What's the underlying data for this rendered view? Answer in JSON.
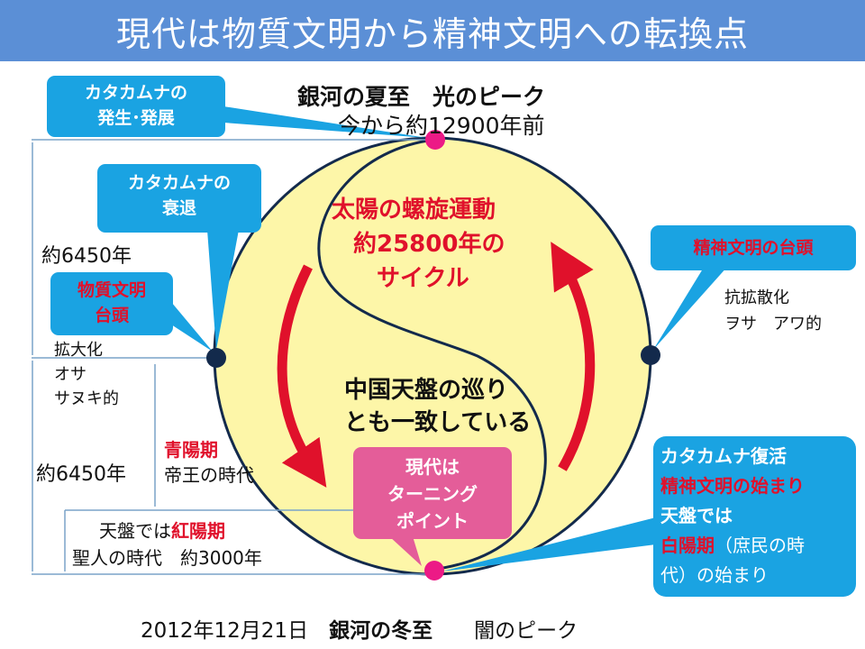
{
  "title": "現代は物質文明から精神文明への転換点",
  "top": {
    "line1": "銀河の夏至　光のピーク",
    "line2": "今から約12900年前"
  },
  "bottom_caption": {
    "date": "2012年12月21日",
    "solstice": "銀河の冬至",
    "peak": "闇のピーク"
  },
  "center": {
    "red1": "太陽の螺旋運動",
    "red2": "約25800年の",
    "red3": "サイクル",
    "black1": "中国天盤の巡り",
    "black2": "とも一致している"
  },
  "callouts": {
    "origin": {
      "line1": "カタカムナの",
      "line2": "発生･発展"
    },
    "decline": {
      "line1": "カタカムナの",
      "line2": "衰退"
    },
    "material": {
      "line1": "物質文明",
      "line2": "台頭"
    },
    "spiritual": {
      "line1": "精神文明の台頭"
    },
    "modern": {
      "line1": "現代は",
      "line2": "ターニング",
      "line3": "ポイント"
    },
    "revival": {
      "line1": "カタカムナ復活",
      "line2": "精神文明の始まり",
      "line3": "天盤では",
      "line4_red": "白陽期",
      "line4_rest": "（庶民の時",
      "line5": "代）の始まり"
    }
  },
  "left": {
    "years_upper": "約6450年",
    "years_lower": "約6450年",
    "expand1": "拡大化",
    "expand2": "オサ",
    "expand3": "サヌキ的",
    "blue_red": "青陽期",
    "blue_rest": "帝王の時代",
    "red_prefix": "天盤では",
    "red_red": "紅陽期",
    "saint": "聖人の時代　約3000年"
  },
  "right": {
    "anti1": "抗拡散化",
    "anti2": "ヲサ　アワ的"
  },
  "colors": {
    "title_bg": "#5b8fd6",
    "circle_fill": "#fdf6a8",
    "callout_cyan": "#1aa3e2",
    "callout_pink": "#e45d99",
    "accent_red": "#e0112b",
    "dot_navy": "#132a4c",
    "dot_pink": "#ec1a86"
  }
}
